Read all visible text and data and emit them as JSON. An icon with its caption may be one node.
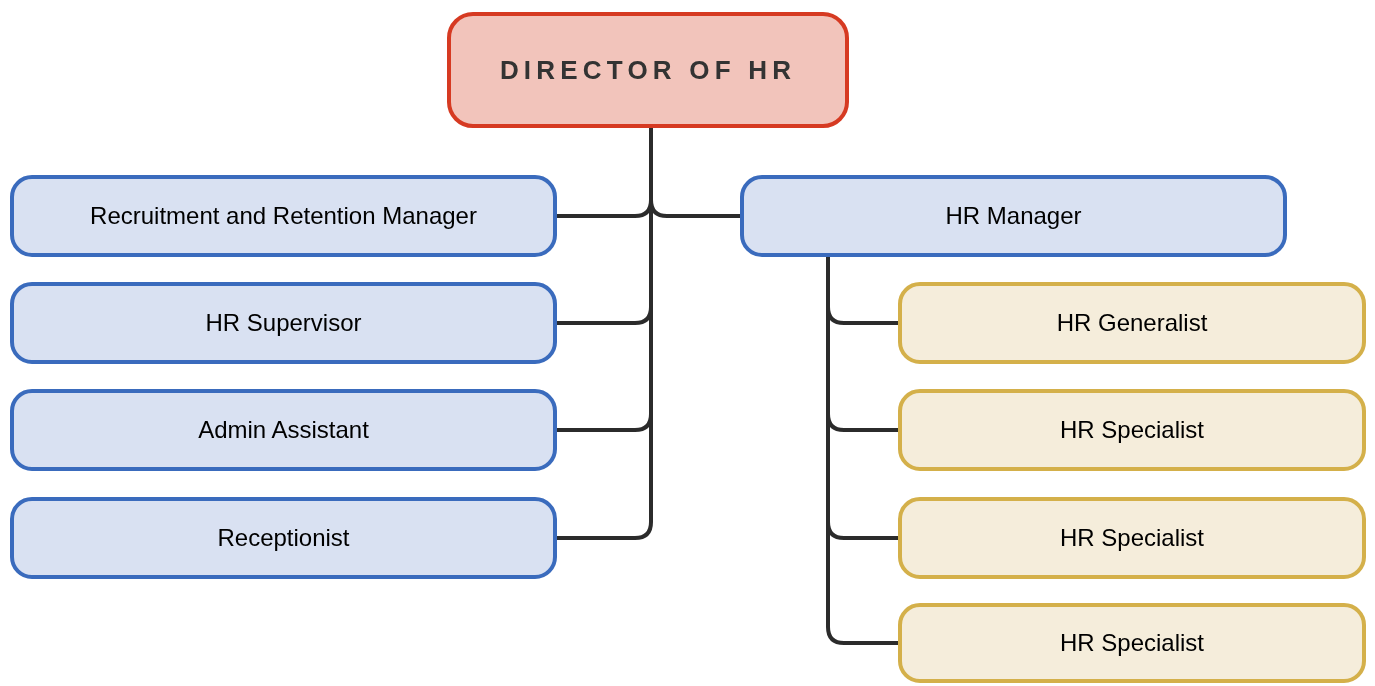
{
  "diagram": {
    "nodes": [
      {
        "text": [
          "DIRECTOR OF HR"
        ]
      },
      {
        "text": [
          "Recruitment and Retention Manager"
        ]
      },
      {
        "text": [
          "HR Manager"
        ]
      },
      {
        "text": [
          "HR Supervisor"
        ]
      },
      {
        "text": [
          "HR Generalist"
        ]
      },
      {
        "text": [
          "Admin Assistant"
        ]
      },
      {
        "text": [
          "HR Specialist"
        ]
      },
      {
        "text": [
          "Receptionist"
        ]
      },
      {
        "text": [
          "HR Specialist"
        ]
      },
      {
        "text": [
          "HR Specialist"
        ]
      }
    ],
    "edges": [
      {
        "from": 0,
        "to": 1,
        "arrow": "none"
      },
      {
        "from": 0,
        "to": 2,
        "arrow": "none"
      },
      {
        "from": 0,
        "to": 3,
        "arrow": "none"
      },
      {
        "from": 0,
        "to": 5,
        "arrow": "none"
      },
      {
        "from": 0,
        "to": 7,
        "arrow": "none"
      },
      {
        "from": 2,
        "to": 4,
        "arrow": "none"
      },
      {
        "from": 2,
        "to": 6,
        "arrow": "none"
      },
      {
        "from": 2,
        "to": 8,
        "arrow": "none"
      },
      {
        "from": 2,
        "to": 9,
        "arrow": "none"
      }
    ]
  }
}
